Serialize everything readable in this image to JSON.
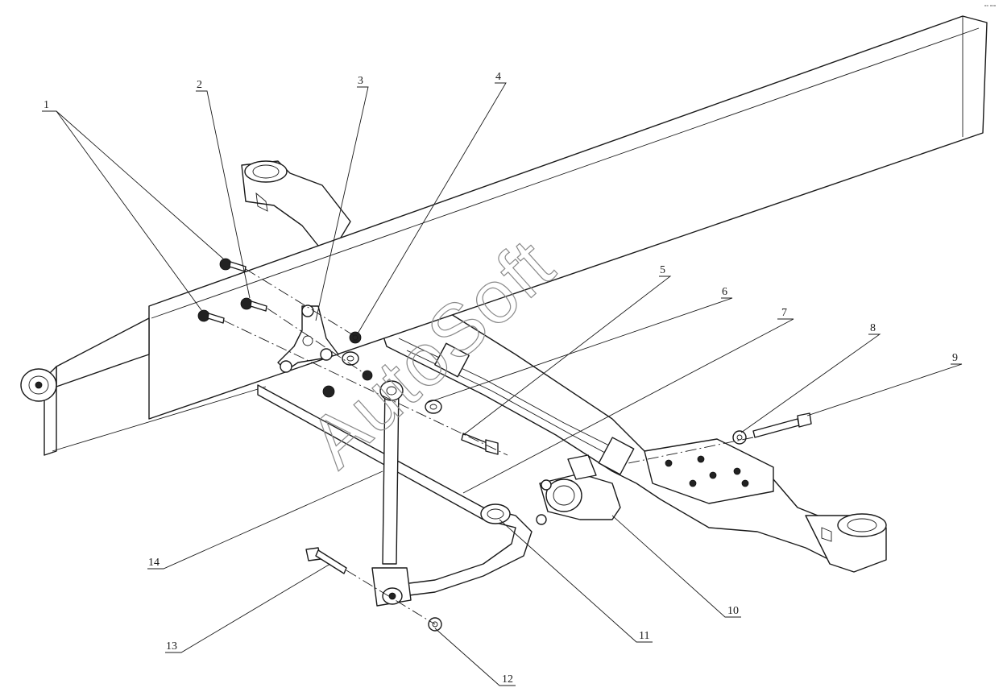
{
  "watermark": "AutoSoft",
  "corner_mark": "ᵒᵒ ᵒᵒᵒ",
  "callouts": [
    {
      "number": "1"
    },
    {
      "number": "2"
    },
    {
      "number": "3"
    },
    {
      "number": "4"
    },
    {
      "number": "5"
    },
    {
      "number": "6"
    },
    {
      "number": "7"
    },
    {
      "number": "8"
    },
    {
      "number": "9"
    },
    {
      "number": "10"
    },
    {
      "number": "11"
    },
    {
      "number": "12"
    },
    {
      "number": "13"
    },
    {
      "number": "14"
    }
  ]
}
